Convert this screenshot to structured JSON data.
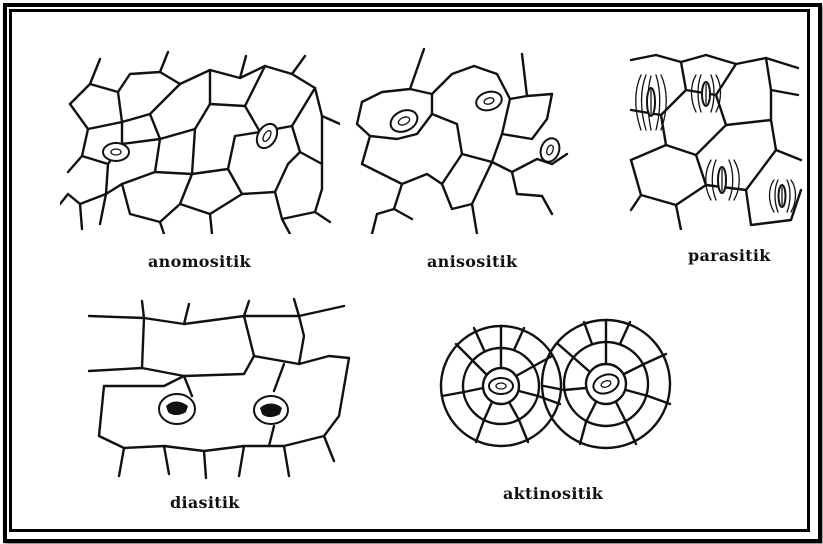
{
  "figure": {
    "panels": [
      {
        "id": "anomositik",
        "label": "anomositik"
      },
      {
        "id": "anisositik",
        "label": "anisositik"
      },
      {
        "id": "parasitik",
        "label": "parasitik"
      },
      {
        "id": "diasitik",
        "label": "diasitik"
      },
      {
        "id": "aktinositik",
        "label": "aktinositik"
      }
    ]
  }
}
